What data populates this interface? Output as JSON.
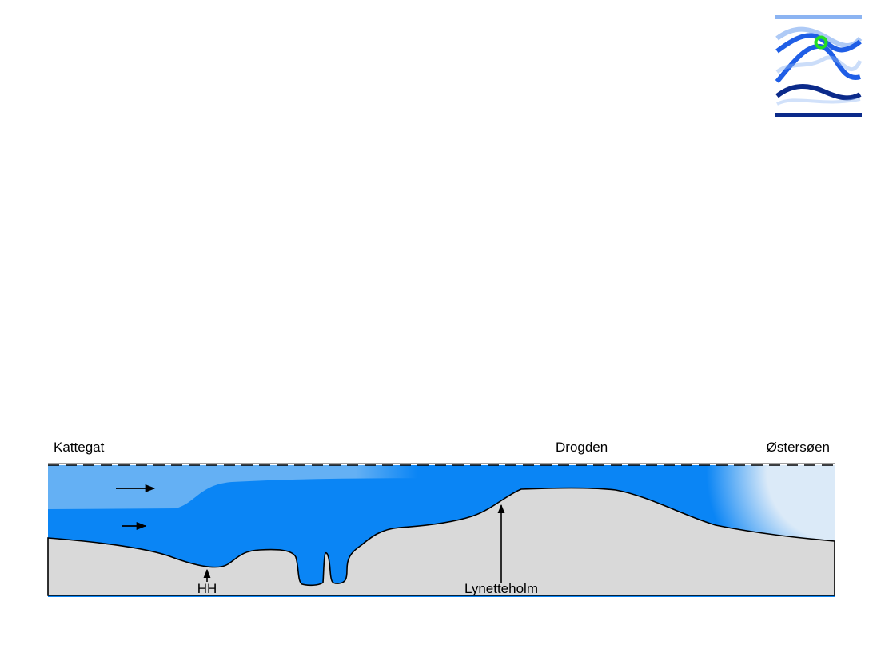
{
  "labels": {
    "kattegat": "Kattegat",
    "drogden": "Drogden",
    "ostersoen": "Østersøen",
    "hh": "HH",
    "lynetteholm": "Lynetteholm"
  },
  "colors": {
    "surface_water": "#64b0f4",
    "deep_water": "#0a85f5",
    "baltic_water": "#dbeaf8",
    "seabed": "#d9d9d9",
    "outline": "#000000",
    "logo_light": "#8cb4f2",
    "logo_mid": "#1f5ee6",
    "logo_dark": "#0b2a8a",
    "logo_accent": "#22dd22"
  }
}
